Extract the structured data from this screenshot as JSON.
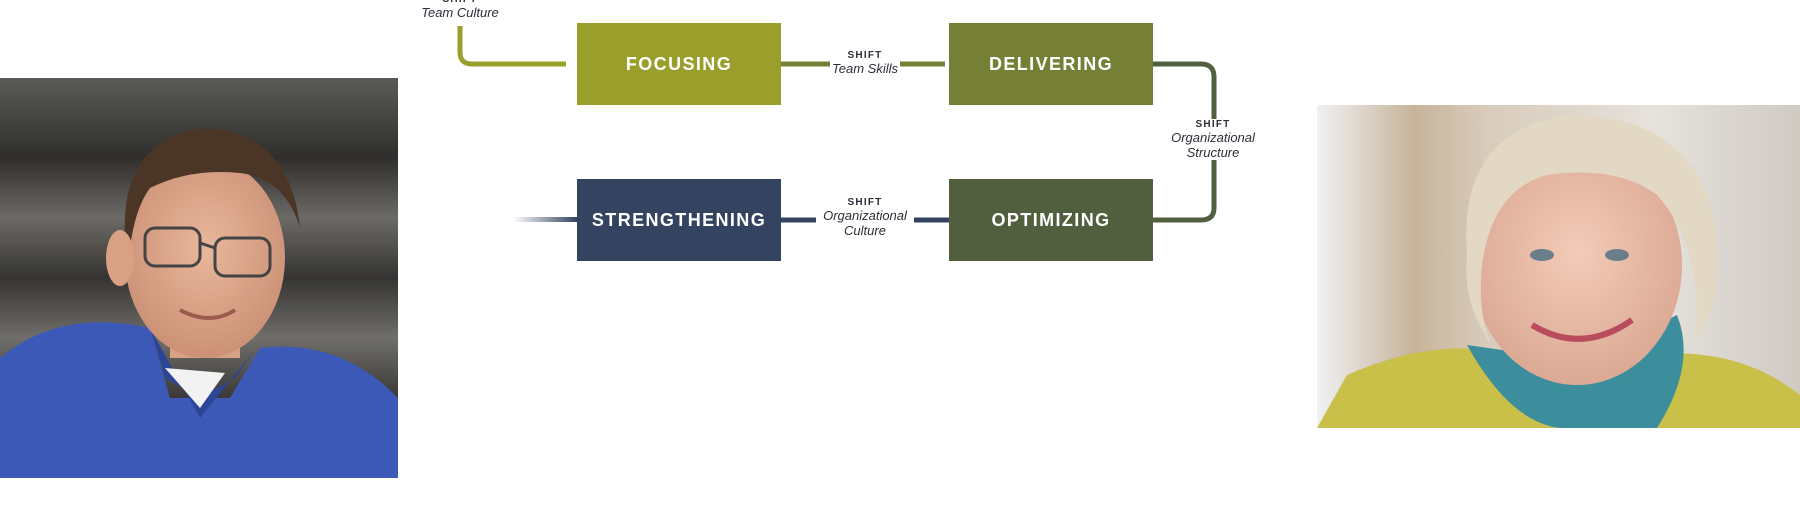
{
  "stages": {
    "focusing": "FOCUSING",
    "delivering": "DELIVERING",
    "optimizing": "OPTIMIZING",
    "strengthening": "STRENGTHENING"
  },
  "shifts": {
    "team_culture": {
      "key": "SHIFT",
      "label": "Team Culture"
    },
    "team_skills": {
      "key": "SHIFT",
      "label": "Team Skills"
    },
    "org_structure": {
      "key": "SHIFT",
      "label_line1": "Organizational",
      "label_line2": "Structure"
    },
    "org_culture": {
      "key": "SHIFT",
      "label_line1": "Organizational",
      "label_line2": "Culture"
    }
  },
  "colors": {
    "focusing": "#9a9f2c",
    "delivering": "#757f36",
    "optimizing": "#525f3f",
    "strengthening": "#334360"
  }
}
